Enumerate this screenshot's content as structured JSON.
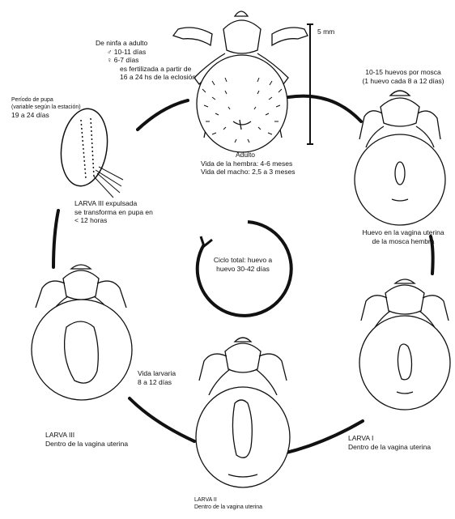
{
  "scale_label": "5 mm",
  "adult": {
    "title": "Adulto",
    "female_life": "Vida de la hembra: 4-6 meses",
    "male_life": "Vida del macho: 2,5 a 3 meses"
  },
  "nymph_to_adult": {
    "title": "De ninfa a adulto",
    "male": "♂ 10-11 días",
    "female": "♀ 6-7 días",
    "fertilized": "es fertilizada a partir de",
    "hours": "16 a 24 hs de la eclosión"
  },
  "eggs": {
    "line1": "10-15 huevos por mosca",
    "line2": "(1 huevo cada 8 a 12 días)"
  },
  "egg_in_vagina": {
    "line1": "Huevo en la vagina uterina",
    "line2": "de la mosca hembra"
  },
  "pupa": {
    "line1": "Período de pupa",
    "line2": "(variable según la estación)",
    "line3": "19 a 24 días"
  },
  "larva3_expelled": {
    "line1": "LARVA III expulsada",
    "line2": "se transforma en pupa en",
    "line3": "< 12 horas"
  },
  "cycle": {
    "line1": "Ciclo total: huevo a",
    "line2": "huevo 30-42 días"
  },
  "larval_life": {
    "line1": "Vida larvaria",
    "line2": "8 a 12 días"
  },
  "larva3": {
    "line1": "LARVA III",
    "line2": "Dentro de la vagina uterina"
  },
  "larva1": {
    "line1": "LARVA I",
    "line2": "Dentro de la vagina uterina"
  },
  "larva2": {
    "line1": "LARVA II",
    "line2": "Dentro de la vagina uterina"
  }
}
